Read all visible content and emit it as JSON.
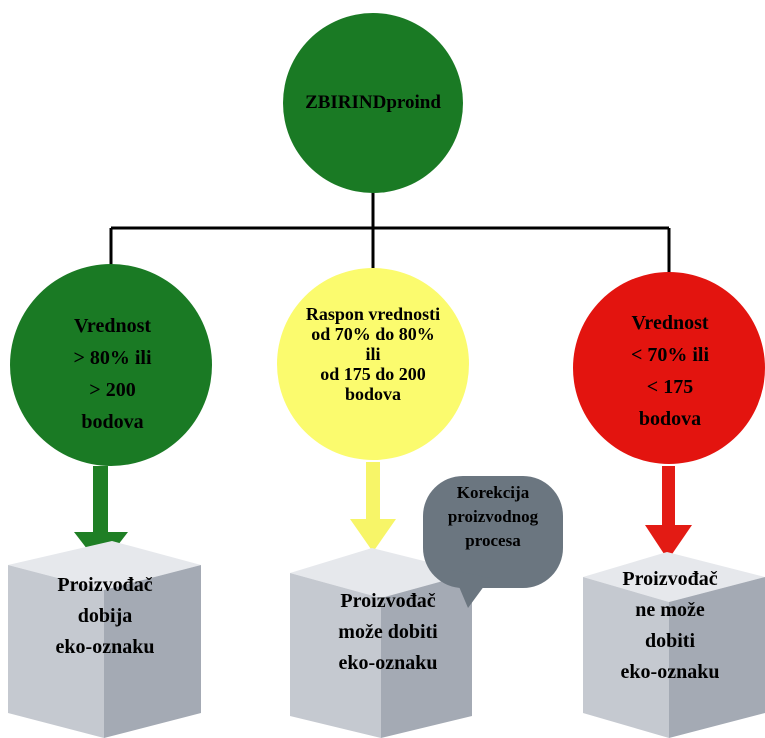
{
  "root": {
    "label": "ZBIRINDproind",
    "color": "#1a7a24"
  },
  "branches": [
    {
      "id": "high",
      "color": "#1a7a24",
      "lines": [
        "Vrednost",
        "> 80% ili",
        "> 200",
        "bodova"
      ],
      "result": [
        "Proizvođač",
        "dobija",
        "eko-oznaku"
      ]
    },
    {
      "id": "mid",
      "color": "#fbfb6e",
      "lines": [
        "Raspon vrednosti",
        "od 70% do 80%",
        "ili",
        "od 175 do 200",
        "bodova"
      ],
      "result": [
        "Proizvođač",
        "može dobiti",
        "eko-oznaku"
      ],
      "note": [
        "Korekcija",
        "proizvodnog",
        "procesa"
      ]
    },
    {
      "id": "low",
      "color": "#e3140f",
      "lines": [
        "Vrednost",
        "< 70% ili",
        "< 175",
        "bodova"
      ],
      "result": [
        "Proizvođač",
        "ne može",
        "dobiti",
        "eko-oznaku"
      ]
    }
  ],
  "colors": {
    "arrow_green": "#1f7f25",
    "arrow_yellow": "#f7f568",
    "arrow_red": "#e31b14",
    "cube_top": "#e6e8ec",
    "cube_left": "#c5c9d0",
    "cube_right": "#a4aab4",
    "bubble": "#6b7680"
  }
}
